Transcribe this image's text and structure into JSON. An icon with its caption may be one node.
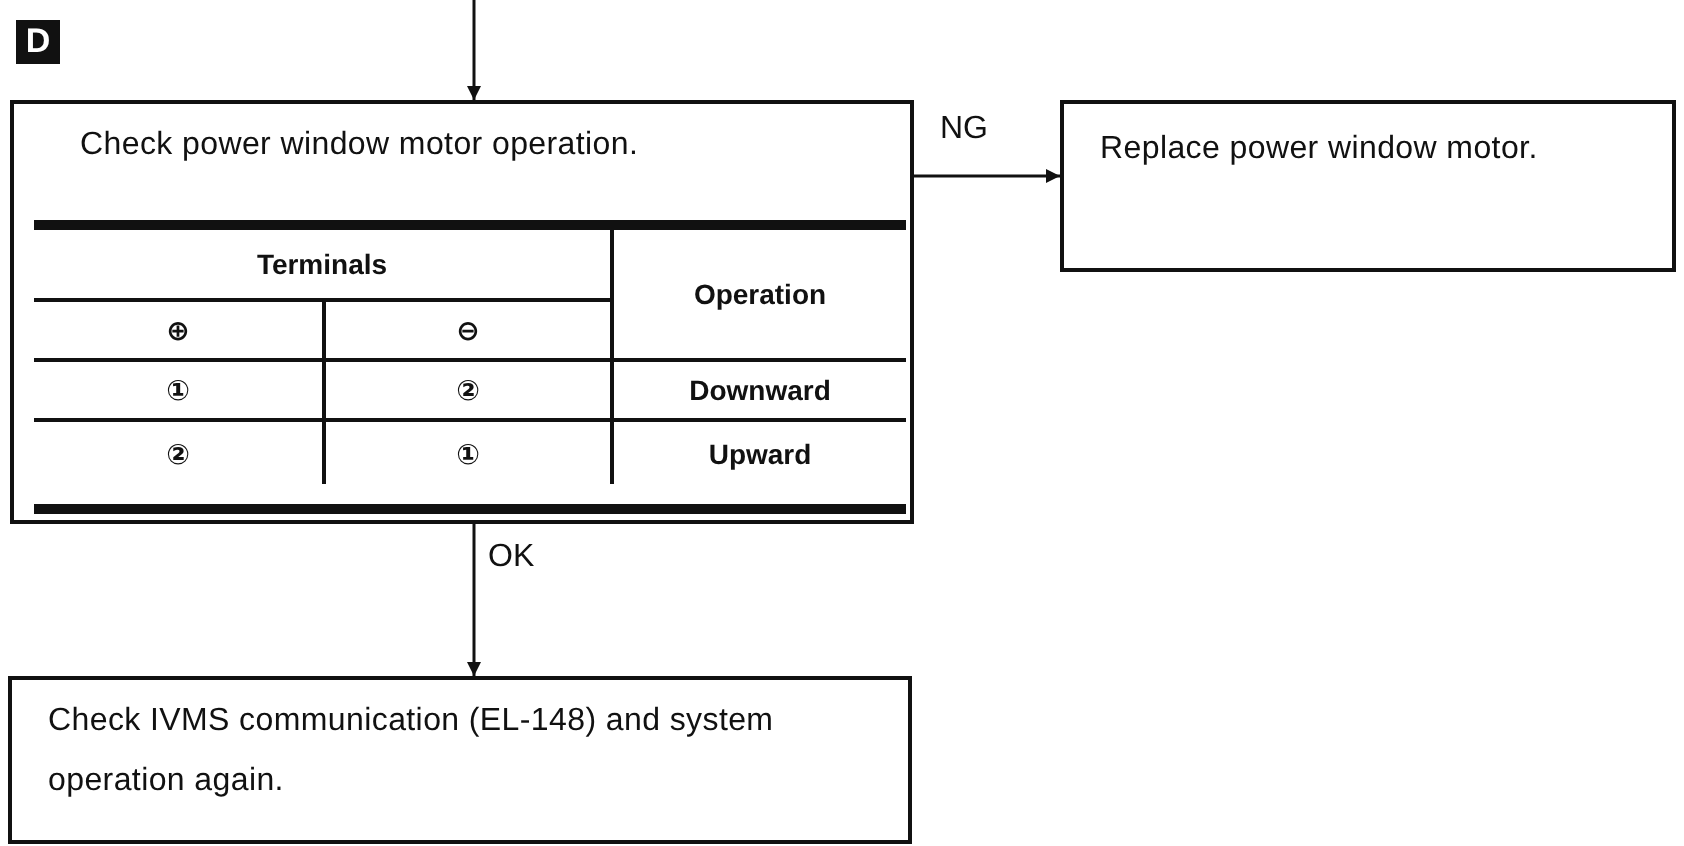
{
  "diagram": {
    "nodes": [
      {
        "text": [
          "Check power window motor operation."
        ]
      },
      {
        "text": [
          "Replace power window motor."
        ]
      },
      {
        "text": [
          "Check IVMS communication (EL-148) and system operation again."
        ]
      }
    ],
    "edges": [
      {
        "from": null,
        "to": 0,
        "arrow": "to"
      },
      {
        "from": 0,
        "to": 1,
        "arrow": "to",
        "label": "NG"
      },
      {
        "from": 0,
        "to": 2,
        "arrow": "to",
        "label": "OK"
      }
    ],
    "labels": [
      "D",
      "Terminals",
      "Operation",
      "⊕",
      "⊖",
      "①",
      "②",
      "Downward",
      "②",
      "①",
      "Upward"
    ]
  }
}
